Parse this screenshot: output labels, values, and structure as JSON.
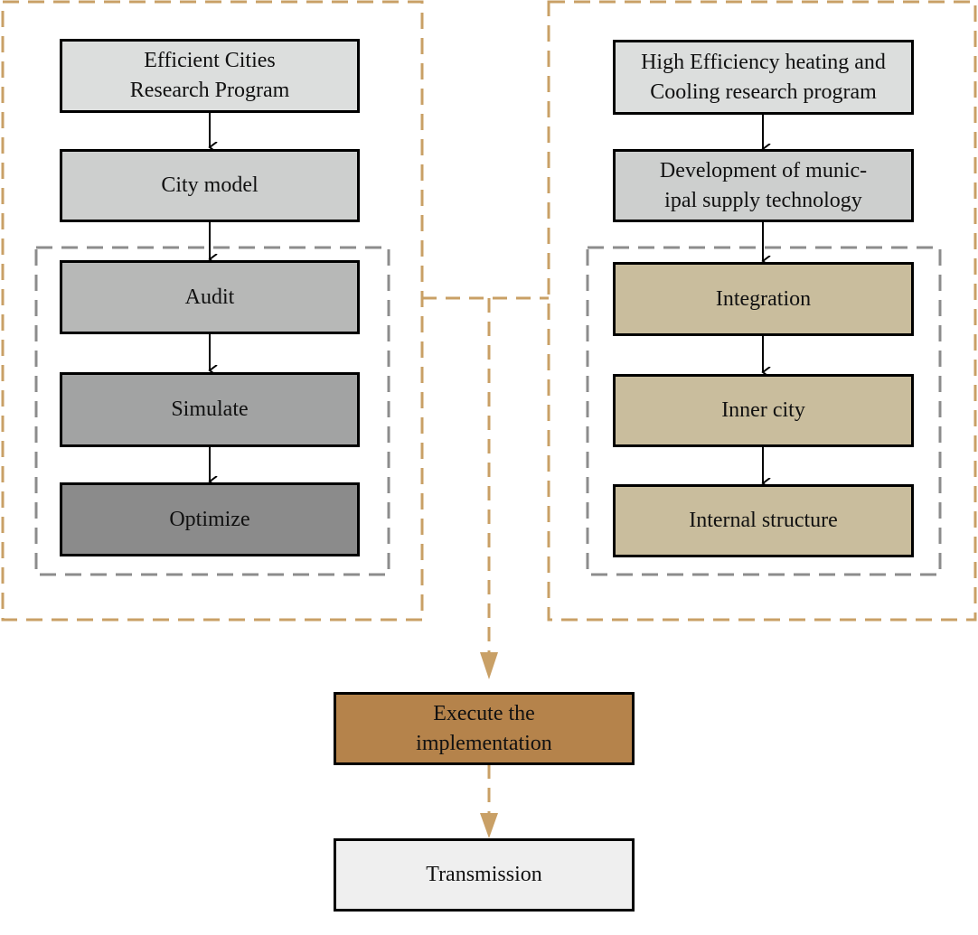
{
  "left": {
    "program": {
      "line1": "Efficient Cities",
      "line2": "Research Program"
    },
    "city_model": "City model",
    "audit": "Audit",
    "simulate": "Simulate",
    "optimize": "Optimize"
  },
  "right": {
    "program": {
      "line1": "High Efficiency heating and",
      "line2": "Cooling research program"
    },
    "development": {
      "line1": "Development of munic-",
      "line2": "ipal supply technology"
    },
    "integration": "Integration",
    "inner_city": "Inner city",
    "internal_structure": "Internal structure"
  },
  "execute": {
    "line1": "Execute the",
    "line2": "implementation"
  },
  "transmission": "Transmission",
  "colors": {
    "dashed_outer": "#c9a066",
    "dashed_inner": "#8c8c8c",
    "left_program": "#dcdedd",
    "left_city_model": "#cdcfce",
    "left_audit": "#b7b8b7",
    "left_simulate": "#a2a3a3",
    "left_optimize": "#8b8b8b",
    "right_program": "#dcdedd",
    "right_development": "#cdcfce",
    "right_tan": "#c9bd9d",
    "execute": "#b5834b",
    "transmission": "#efefef"
  }
}
